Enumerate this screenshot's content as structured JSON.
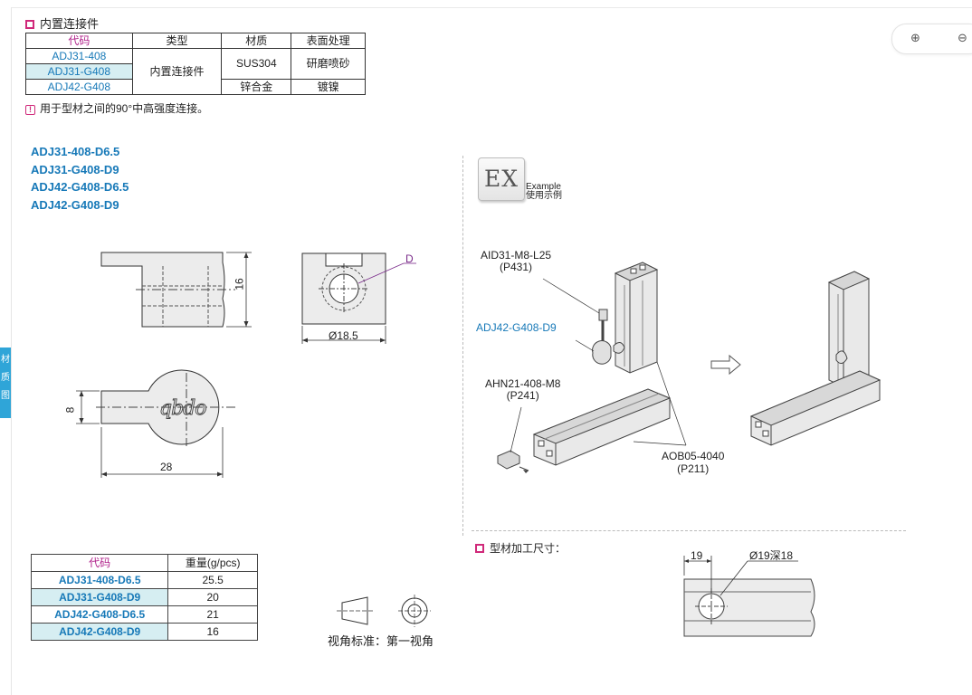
{
  "header": {
    "title": "内置连接件"
  },
  "spec_table": {
    "headers": [
      "代码",
      "类型",
      "材质",
      "表面处理"
    ],
    "rows": [
      {
        "code": "ADJ31-408"
      },
      {
        "code": "ADJ31-G408"
      },
      {
        "code": "ADJ42-G408"
      }
    ],
    "type_merged": "内置连接件",
    "material_sus": "SUS304",
    "finish_sus": "研磨喷砂",
    "material_zinc": "锌合金",
    "finish_zinc": "镀镍"
  },
  "note": "用于型材之间的90°中高强度连接。",
  "models": [
    "ADJ31-408-D6.5",
    "ADJ31-G408-D9",
    "ADJ42-G408-D6.5",
    "ADJ42-G408-D9"
  ],
  "drawing": {
    "dim_16": "16",
    "dim_d": "D",
    "dim_18_5": "Ø18.5",
    "dim_8": "8",
    "dim_28": "28",
    "logo_text": "qbdo"
  },
  "weight_table": {
    "headers": [
      "代码",
      "重量(g/pcs)"
    ],
    "rows": [
      {
        "code": "ADJ31-408-D6.5",
        "weight": "25.5"
      },
      {
        "code": "ADJ31-G408-D9",
        "weight": "20"
      },
      {
        "code": "ADJ42-G408-D6.5",
        "weight": "21"
      },
      {
        "code": "ADJ42-G408-D9",
        "weight": "16"
      }
    ]
  },
  "projection_label": "视角标准：第一视角",
  "example": {
    "badge": "EX",
    "caption_en": "Example",
    "caption_cn": "使用示例",
    "callouts": [
      {
        "name": "AID31-M8-L25",
        "page": "(P431)"
      },
      {
        "name": "ADJ42-G408-D9",
        "page": ""
      },
      {
        "name": "AHN21-408-M8",
        "page": "(P241)"
      },
      {
        "name": "AOB05-4040",
        "page": "(P211)"
      }
    ]
  },
  "processing": {
    "title": "型材加工尺寸：",
    "dim_19": "19",
    "dim_hole": "Ø19深18"
  },
  "side_tab": [
    "材",
    "质",
    "图"
  ],
  "zoom": {
    "in_icon": "zoom-in-icon",
    "out_icon": "zoom-out-icon"
  },
  "colors": {
    "accent": "#d0297a",
    "code_blue": "#1779b8",
    "row_highlight": "#d6eef2",
    "tab_blue": "#2fa5d8"
  }
}
